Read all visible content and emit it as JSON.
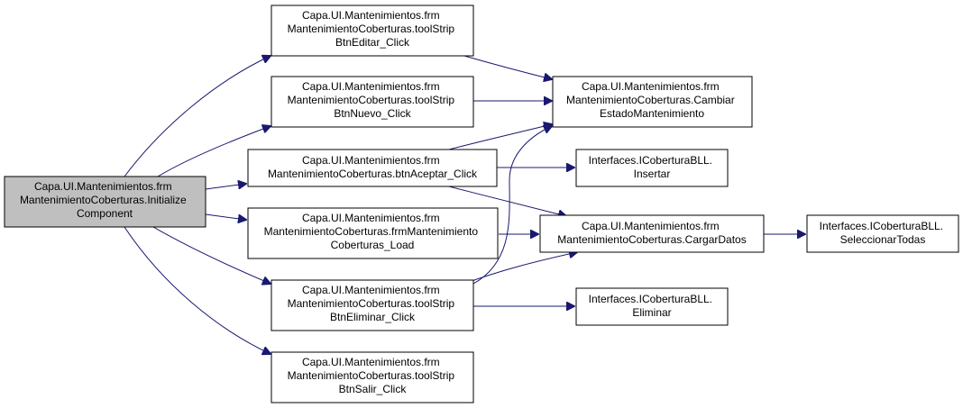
{
  "colors": {
    "edge": "#191970",
    "root_fill": "#bfbfbf",
    "node_fill": "#ffffff",
    "border": "#000000"
  },
  "nodes": {
    "initialize_component": [
      "Capa.UI.Mantenimientos.frm",
      "MantenimientoCoberturas.Initialize",
      "Component"
    ],
    "btn_editar_click": [
      "Capa.UI.Mantenimientos.frm",
      "MantenimientoCoberturas.toolStrip",
      "BtnEditar_Click"
    ],
    "btn_nuevo_click": [
      "Capa.UI.Mantenimientos.frm",
      "MantenimientoCoberturas.toolStrip",
      "BtnNuevo_Click"
    ],
    "btn_aceptar_click": [
      "Capa.UI.Mantenimientos.frm",
      "MantenimientoCoberturas.btnAceptar_Click"
    ],
    "frm_load": [
      "Capa.UI.Mantenimientos.frm",
      "MantenimientoCoberturas.frmMantenimiento",
      "Coberturas_Load"
    ],
    "btn_eliminar_click": [
      "Capa.UI.Mantenimientos.frm",
      "MantenimientoCoberturas.toolStrip",
      "BtnEliminar_Click"
    ],
    "btn_salir_click": [
      "Capa.UI.Mantenimientos.frm",
      "MantenimientoCoberturas.toolStrip",
      "BtnSalir_Click"
    ],
    "cambiar_estado": [
      "Capa.UI.Mantenimientos.frm",
      "MantenimientoCoberturas.Cambiar",
      "EstadoMantenimiento"
    ],
    "insertar": [
      "Interfaces.ICoberturaBLL.",
      "Insertar"
    ],
    "cargar_datos": [
      "Capa.UI.Mantenimientos.frm",
      "MantenimientoCoberturas.CargarDatos"
    ],
    "eliminar": [
      "Interfaces.ICoberturaBLL.",
      "Eliminar"
    ],
    "seleccionar_todas": [
      "Interfaces.ICoberturaBLL.",
      "SeleccionarTodas"
    ]
  }
}
